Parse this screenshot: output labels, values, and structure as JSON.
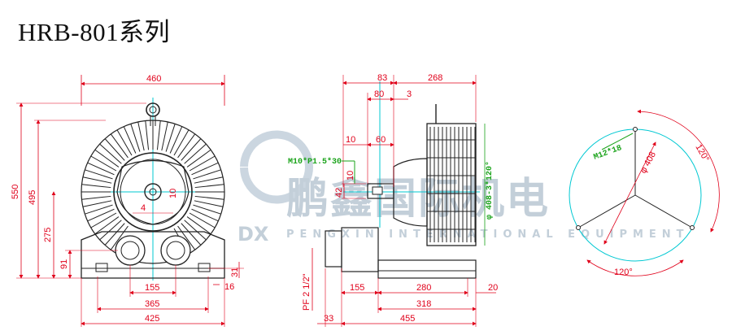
{
  "title": "HRB-801系列",
  "watermark": {
    "chinese": "鹏鑫国际机电",
    "english": "PENGXIN INTERNATIONAL EQUIPMENT",
    "logo_text": "DX"
  },
  "front_view": {
    "width_top": "460",
    "height_total": "550",
    "height_495": "495",
    "height_275": "275",
    "height_91": "91",
    "dim_10": "10",
    "dim_4": "4",
    "base_155": "155",
    "base_365": "365",
    "base_425": "425",
    "dim_31": "31",
    "dim_16": "16"
  },
  "side_view": {
    "dim_83": "83",
    "dim_268": "268",
    "dim_80": "80",
    "dim_3": "3",
    "dim_10": "10",
    "dim_60": "60",
    "thread": "M10*P1.5*30",
    "dim_10v": "10",
    "dim_42": "42",
    "bolt_circle": "φ 408-3*120°",
    "pipe": "PF 2 1/2\"",
    "dim_155": "155",
    "dim_280": "280",
    "dim_20": "20",
    "dim_318": "318",
    "dim_33": "33",
    "dim_455": "455"
  },
  "flange_view": {
    "bolt": "M12*18",
    "diameter": "φ 408",
    "angle_top": "120°",
    "angle_bottom": "120°"
  },
  "colors": {
    "dimension": "#e0001a",
    "centerline": "#00c8d2",
    "annotation": "#1aa31a",
    "outline": "#222222"
  }
}
